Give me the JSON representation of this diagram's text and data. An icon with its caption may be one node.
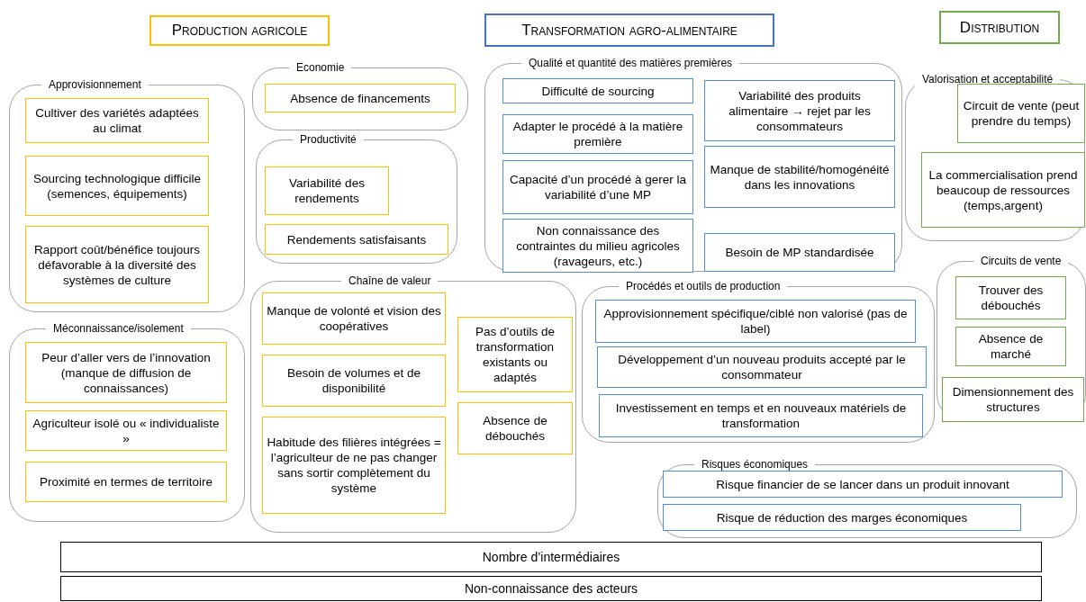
{
  "diagram": {
    "nodes": [
      {
        "text": [
          "Production agricole"
        ]
      },
      {
        "text": [
          "Transformation agro-alimentaire"
        ]
      },
      {
        "text": [
          "Distribution"
        ]
      },
      {
        "text": [
          "Approvisionnement"
        ]
      },
      {
        "text": [
          "Cultiver des variétés adaptées au climat"
        ],
        "in": 3
      },
      {
        "text": [
          "Sourcing technologique difficile (semences, équipements)"
        ],
        "in": 3
      },
      {
        "text": [
          "Rapport coût/bénéfice toujours défavorable à la diversité des systèmes de culture"
        ],
        "in": 3
      },
      {
        "text": [
          "Economie"
        ]
      },
      {
        "text": [
          "Absence de financements"
        ],
        "in": 7
      },
      {
        "text": [
          "Productivité"
        ]
      },
      {
        "text": [
          "Variabilité des rendements"
        ],
        "in": 9
      },
      {
        "text": [
          "Rendements satisfaisants"
        ],
        "in": 9
      },
      {
        "text": [
          "Méconnaissance/isolement"
        ]
      },
      {
        "text": [
          "Peur d’aller vers de l’innovation (manque de diffusion de connaissances)"
        ],
        "in": 12
      },
      {
        "text": [
          "Agriculteur isolé ou « individualiste »"
        ],
        "in": 12
      },
      {
        "text": [
          "Proximité en termes de territoire"
        ],
        "in": 12
      },
      {
        "text": [
          "Chaîne de valeur"
        ]
      },
      {
        "text": [
          "Manque de volonté et vision des coopératives"
        ],
        "in": 16
      },
      {
        "text": [
          "Besoin de volumes et de disponibilité"
        ],
        "in": 16
      },
      {
        "text": [
          "Habitude des filières intégrées = l’agriculteur de ne pas changer sans sortir complètement du système"
        ],
        "in": 16
      },
      {
        "text": [
          "Pas d’outils de transformation existants ou adaptés"
        ],
        "in": 16
      },
      {
        "text": [
          "Absence de débouchés"
        ],
        "in": 16
      },
      {
        "text": [
          "Qualité et quantité des matières premières"
        ]
      },
      {
        "text": [
          "Difficulté de sourcing"
        ],
        "in": 22
      },
      {
        "text": [
          "Adapter le procédé à la matière première"
        ],
        "in": 22
      },
      {
        "text": [
          "Capacité d’un procédé à gerer la variabilité d’une MP"
        ],
        "in": 22
      },
      {
        "text": [
          "Non connaissance des contraintes du milieu agricoles (ravageurs, etc.)"
        ],
        "in": 22
      },
      {
        "text": [
          "Variabilité des produits alimentaire → rejet par les consommateurs"
        ],
        "in": 22
      },
      {
        "text": [
          "Manque de stabilité/homogénéité dans les innovations"
        ],
        "in": 22
      },
      {
        "text": [
          "Besoin de MP standardisée"
        ],
        "in": 22
      },
      {
        "text": [
          "Valorisation et acceptabilité"
        ]
      },
      {
        "text": [
          "Circuit de vente (peut prendre du temps)"
        ],
        "in": 30
      },
      {
        "text": [
          "La commercialisation prend beaucoup de ressources (temps,argent)"
        ],
        "in": 30
      },
      {
        "text": [
          "Circuits de vente"
        ]
      },
      {
        "text": [
          "Trouver des débouchés"
        ],
        "in": 33
      },
      {
        "text": [
          "Absence de marché"
        ],
        "in": 33
      },
      {
        "text": [
          "Dimensionnement des structures"
        ],
        "in": 33
      },
      {
        "text": [
          "Procédés et outils de production"
        ]
      },
      {
        "text": [
          "Approvisionnement spécifique/ciblé non valorisé (pas de label)"
        ],
        "in": 37
      },
      {
        "text": [
          "Développement d’un nouveau produits accepté par le consommateur"
        ],
        "in": 37
      },
      {
        "text": [
          "Investissement en temps et en nouveaux matériels de transformation"
        ],
        "in": 37
      },
      {
        "text": [
          "Risques économiques"
        ]
      },
      {
        "text": [
          "Risque financier de se lancer dans un produit innovant"
        ],
        "in": 41
      },
      {
        "text": [
          "Risque de réduction des marges économiques"
        ],
        "in": 41
      },
      {
        "text": [
          "Nombre d’intermédiaires"
        ]
      },
      {
        "text": [
          "Non-connaissance des acteurs"
        ]
      }
    ]
  }
}
